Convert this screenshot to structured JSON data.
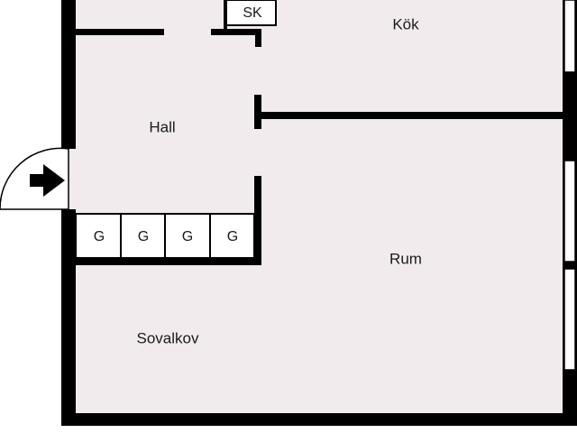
{
  "rooms": {
    "kitchen": "Kök",
    "hall": "Hall",
    "living": "Rum",
    "sleeping_alcove": "Sovalkov"
  },
  "closet_label": "SK",
  "wardrobe_labels": [
    "G",
    "G",
    "G",
    "G"
  ],
  "colors": {
    "floor": "#f1ebee",
    "wall": "#000000",
    "door_arrow": "#000000"
  },
  "icons": {
    "entrance": "entrance-arrow-icon"
  }
}
